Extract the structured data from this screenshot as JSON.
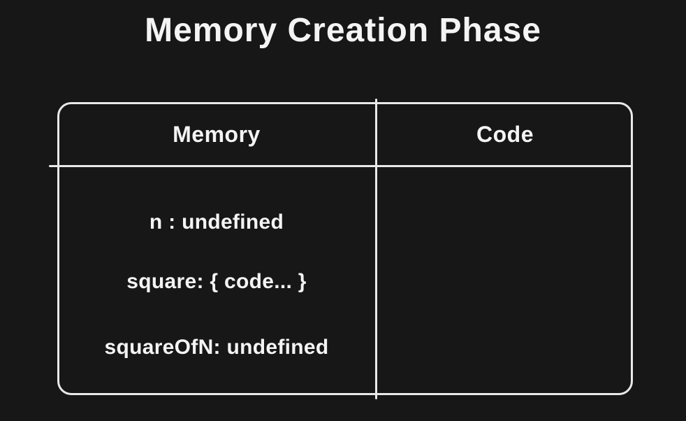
{
  "title": "Memory Creation Phase",
  "table": {
    "headers": {
      "memory": "Memory",
      "code": "Code"
    },
    "memory_entries": [
      "n : undefined",
      "square: { code... }",
      "squareOfN: undefined"
    ],
    "code_entries": []
  },
  "colors": {
    "background": "#171717",
    "text": "#f4f4f4",
    "border": "#e9e9e9"
  }
}
